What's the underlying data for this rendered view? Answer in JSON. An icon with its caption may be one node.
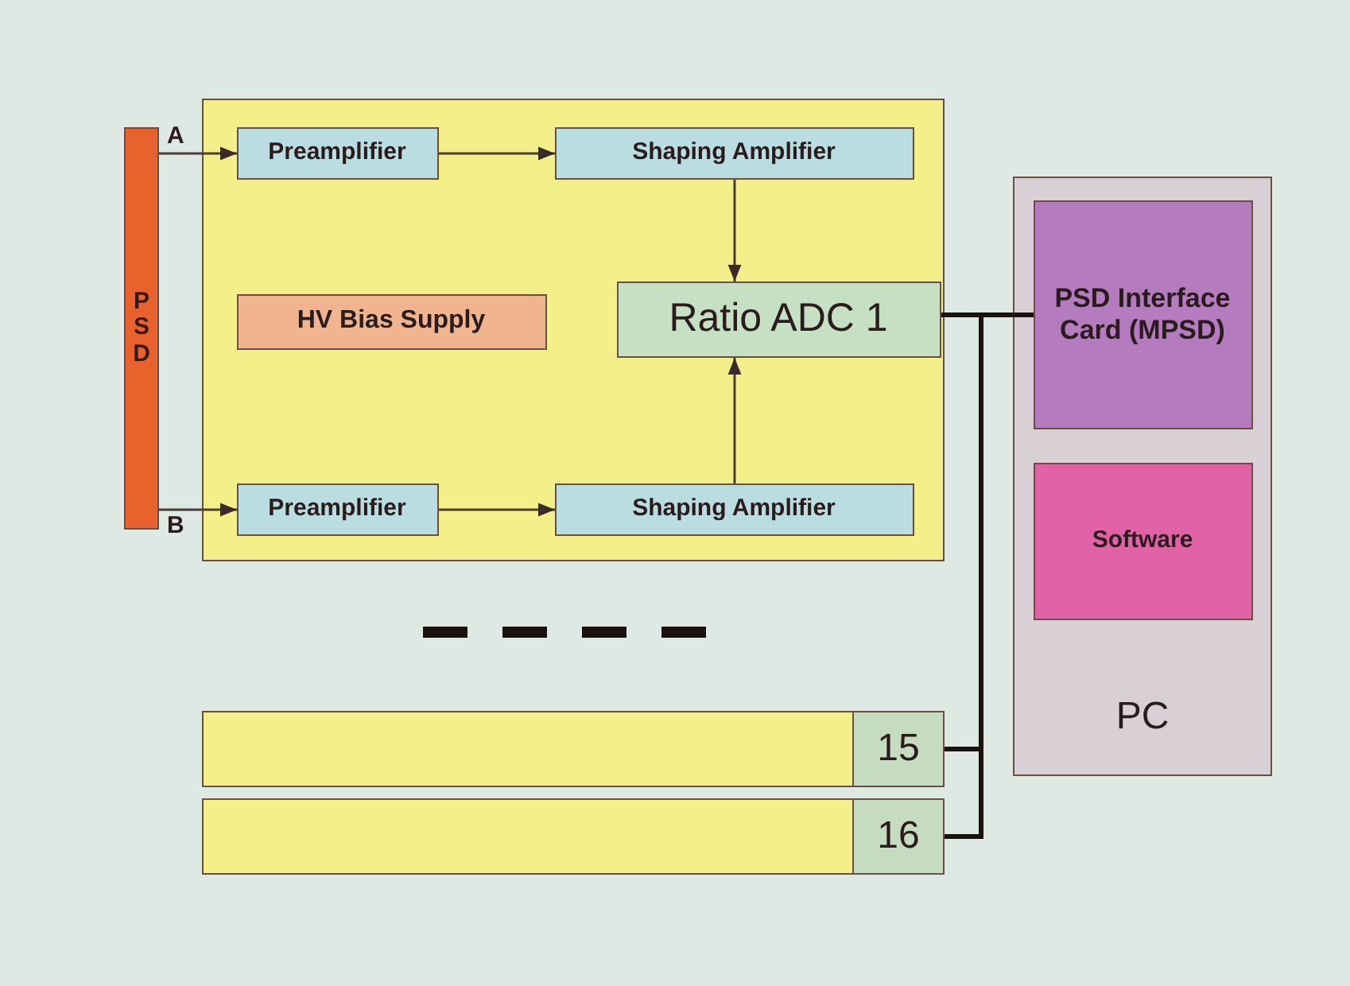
{
  "diagram": {
    "nodes": [
      {
        "text": [
          "PSD"
        ]
      },
      {
        "text": [],
        "shape": "box"
      },
      {
        "text": [
          "Preamplifier"
        ],
        "in": 1
      },
      {
        "text": [
          "Shaping Amplifier"
        ],
        "in": 1
      },
      {
        "text": [
          "HV Bias Supply"
        ],
        "in": 1
      },
      {
        "text": [
          "Ratio ADC 1"
        ],
        "in": 1
      },
      {
        "text": [
          "Preamplifier"
        ],
        "in": 1
      },
      {
        "text": [
          "Shaping Amplifier"
        ],
        "in": 1
      },
      {
        "text": [
          "15"
        ]
      },
      {
        "text": [
          "16"
        ]
      },
      {
        "text": [
          "PC"
        ]
      },
      {
        "text": [
          "PSD Interface Card (MPSD)"
        ],
        "in": 10
      },
      {
        "text": [
          "Software"
        ],
        "in": 10
      }
    ],
    "edges": [
      {
        "from": 0,
        "to": 2,
        "arrow": "to",
        "label": "A"
      },
      {
        "from": 0,
        "to": 6,
        "arrow": "to",
        "label": "B"
      },
      {
        "from": 2,
        "to": 3,
        "arrow": "to"
      },
      {
        "from": 6,
        "to": 7,
        "arrow": "to"
      },
      {
        "from": 3,
        "to": 5,
        "arrow": "to"
      },
      {
        "from": 7,
        "to": 5,
        "arrow": "to"
      },
      {
        "from": 5,
        "to": 11,
        "arrow": "none",
        "style": "thick"
      },
      {
        "from": 8,
        "to": 11,
        "arrow": "none",
        "style": "thick"
      },
      {
        "from": 9,
        "to": 11,
        "arrow": "none",
        "style": "thick"
      }
    ]
  }
}
